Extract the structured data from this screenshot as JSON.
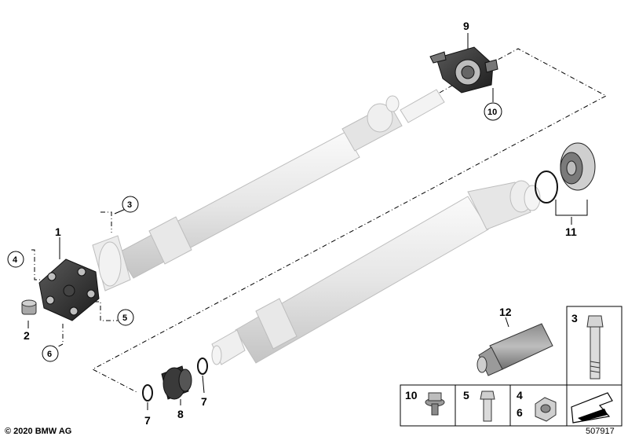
{
  "callouts": {
    "c1": "1",
    "c2": "2",
    "c3": "3",
    "c4": "4",
    "c5": "5",
    "c6": "6",
    "c7a": "7",
    "c7b": "7",
    "c8": "8",
    "c9": "9",
    "c10": "10",
    "c11": "11",
    "c12": "12"
  },
  "legend": {
    "box3": "3",
    "box10": "10",
    "box5": "5",
    "box4": "4",
    "box6": "6"
  },
  "footer": {
    "copyright": "© 2020 BMW AG",
    "diagram_id": "507917"
  },
  "colors": {
    "shaft_light": "#efefef",
    "shaft_mid": "#d9d9d9",
    "shaft_edge": "#9a9a9a",
    "part_dark": "#2e2e2e",
    "line": "#000000"
  }
}
